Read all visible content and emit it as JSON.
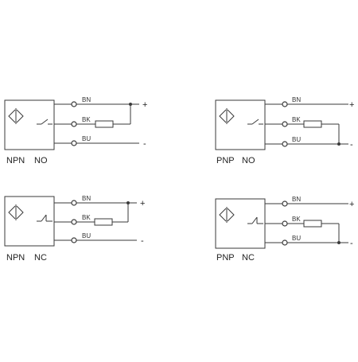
{
  "colors": {
    "stroke": "#3a3a3a",
    "background": "#ffffff"
  },
  "wire_labels": {
    "brown": "BN",
    "black": "BK",
    "blue": "BU"
  },
  "polarity": {
    "plus": "+",
    "minus": "-"
  },
  "diagrams": [
    {
      "id": "npn-no",
      "type": "NPN",
      "contact": "NO",
      "switch": "open"
    },
    {
      "id": "pnp-no",
      "type": "PNP",
      "contact": "NO",
      "switch": "open"
    },
    {
      "id": "npn-nc",
      "type": "NPN",
      "contact": "NC",
      "switch": "closed"
    },
    {
      "id": "pnp-nc",
      "type": "PNP",
      "contact": "NC",
      "switch": "closed"
    }
  ]
}
